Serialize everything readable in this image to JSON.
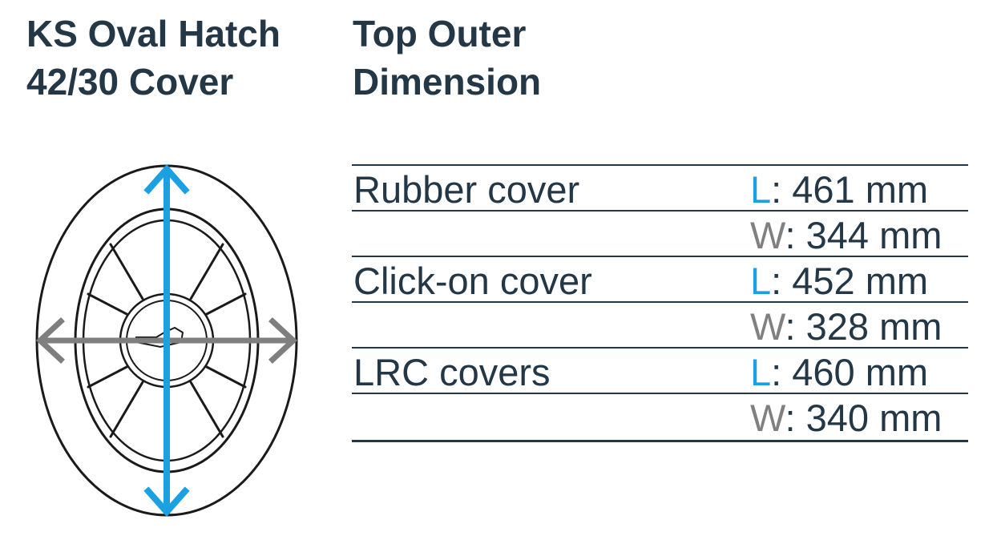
{
  "titles": {
    "left": [
      "KS Oval Hatch",
      "42/30 Cover"
    ],
    "right": [
      "Top Outer",
      "Dimension"
    ]
  },
  "colors": {
    "text": "#243746",
    "length_accent": "#1ba1e2",
    "width_accent": "#808080"
  },
  "rows": [
    {
      "cover": "Rubber cover",
      "length_label": "L",
      "length_value": ": 461 mm",
      "width_label": "W",
      "width_value": ": 344 mm"
    },
    {
      "cover": "Click-on cover",
      "length_label": "L",
      "length_value": ": 452 mm",
      "width_label": "W",
      "width_value": ": 328 mm"
    },
    {
      "cover": "LRC covers",
      "length_label": "L",
      "length_value": ": 460 mm",
      "width_label": "W",
      "width_value": ": 340 mm"
    }
  ]
}
